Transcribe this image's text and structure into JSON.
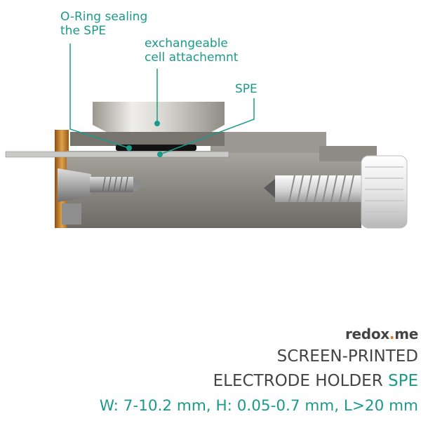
{
  "labels": {
    "oring": "O-Ring sealing\nthe SPE",
    "cell": "exchangeable\ncell attachemnt",
    "spe": "SPE"
  },
  "footer": {
    "brand_prefix": "redox",
    "brand_dot": ".",
    "brand_suffix": "me",
    "title_line1": "SCREEN-PRINTED",
    "title_line2_main": "ELECTRODE HOLDER ",
    "title_line2_accent": "SPE",
    "specs": "W: 7-10.2 mm, H: 0.05-0.7 mm, L>20 mm"
  },
  "colors": {
    "accent": "#1b9a8a",
    "text_dark": "#444444",
    "brand_dot": "#e07a1a",
    "metal": "#8d8a85",
    "copper": "#c77b2a"
  }
}
